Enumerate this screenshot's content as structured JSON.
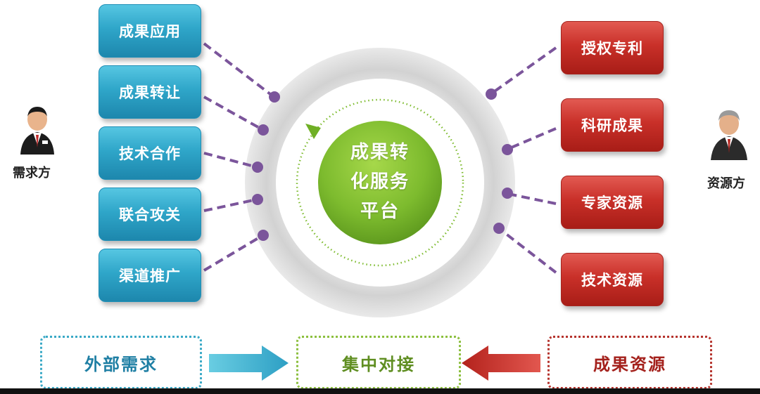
{
  "left_label": "需求方",
  "right_label": "资源方",
  "center_text": [
    "成果转",
    "化服务",
    "平台"
  ],
  "left_items": [
    "成果应用",
    "成果转让",
    "技术合作",
    "联合攻关",
    "渠道推广"
  ],
  "right_items": [
    "授权专利",
    "科研成果",
    "专家资源",
    "技术资源"
  ],
  "bottom": {
    "left": "外部需求",
    "center": "集中对接",
    "right": "成果资源"
  },
  "colors": {
    "blue": "#2fa6c9",
    "red": "#c93029",
    "green": "#7dbb2e",
    "purple": "#7b559b"
  },
  "icons": {
    "left_person": "male-user-icon",
    "right_person": "elder-manager-icon"
  }
}
